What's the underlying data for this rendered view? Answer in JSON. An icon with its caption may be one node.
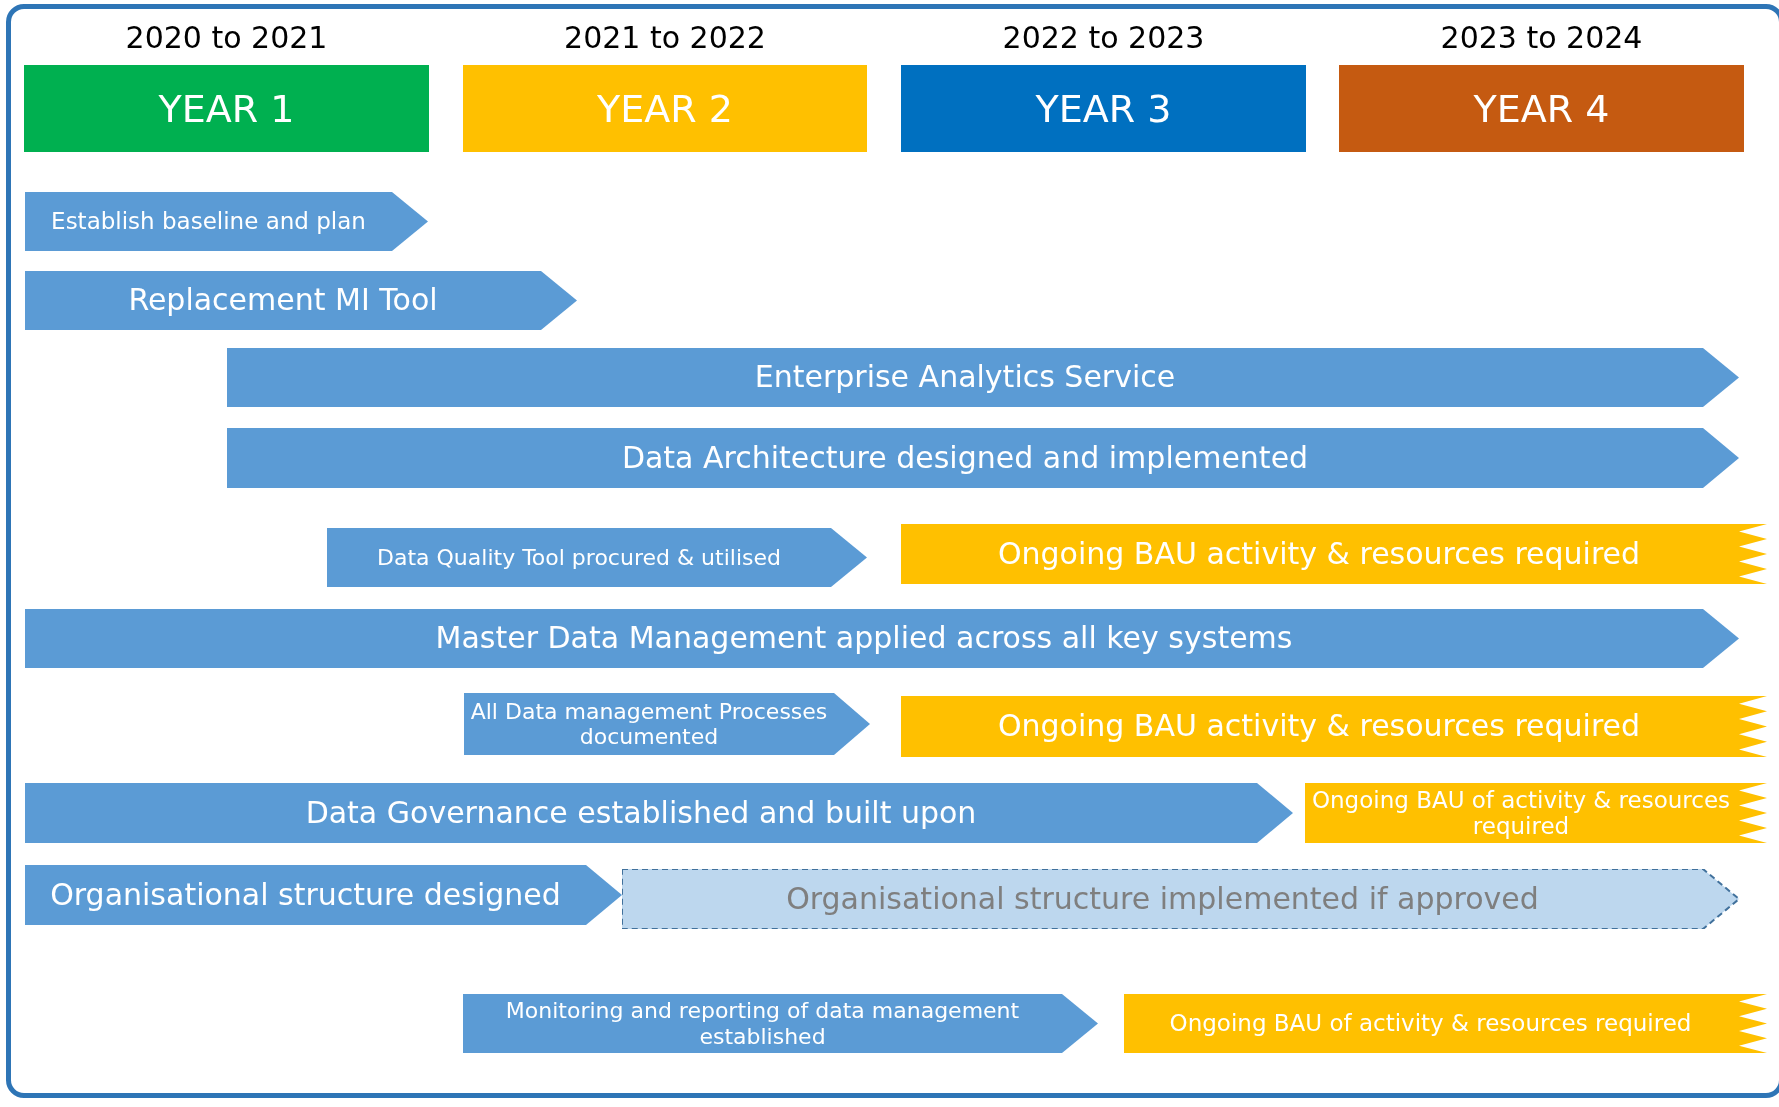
{
  "diagram": {
    "nodes": [
      {
        "text": [
          "2020 to 2021",
          "YEAR 1"
        ]
      },
      {
        "text": [
          "2021 to 2022",
          "YEAR 2"
        ]
      },
      {
        "text": [
          "2022 to 2023",
          "YEAR 3"
        ]
      },
      {
        "text": [
          "2023 to 2024",
          "YEAR 4"
        ]
      },
      {
        "text": [
          "Establish baseline and plan"
        ]
      },
      {
        "text": [
          "Replacement MI Tool"
        ]
      },
      {
        "text": [
          "Enterprise Analytics Service"
        ]
      },
      {
        "text": [
          "Data Architecture designed and implemented"
        ]
      },
      {
        "text": [
          "Data Quality Tool procured & utilised"
        ]
      },
      {
        "text": [
          "Ongoing BAU activity & resources required"
        ]
      },
      {
        "text": [
          "Master Data Management applied across all key systems"
        ]
      },
      {
        "text": [
          "All Data management Processes documented"
        ]
      },
      {
        "text": [
          "Ongoing BAU activity & resources required"
        ]
      },
      {
        "text": [
          "Data Governance established and built upon"
        ]
      },
      {
        "text": [
          "Ongoing BAU of activity & resources required"
        ]
      },
      {
        "text": [
          "Organisational structure designed"
        ]
      },
      {
        "text": [
          "Organisational structure implemented if approved"
        ]
      },
      {
        "text": [
          "Monitoring and reporting of data management established"
        ]
      },
      {
        "text": [
          "Ongoing BAU of activity & resources required"
        ]
      }
    ],
    "edges": []
  }
}
